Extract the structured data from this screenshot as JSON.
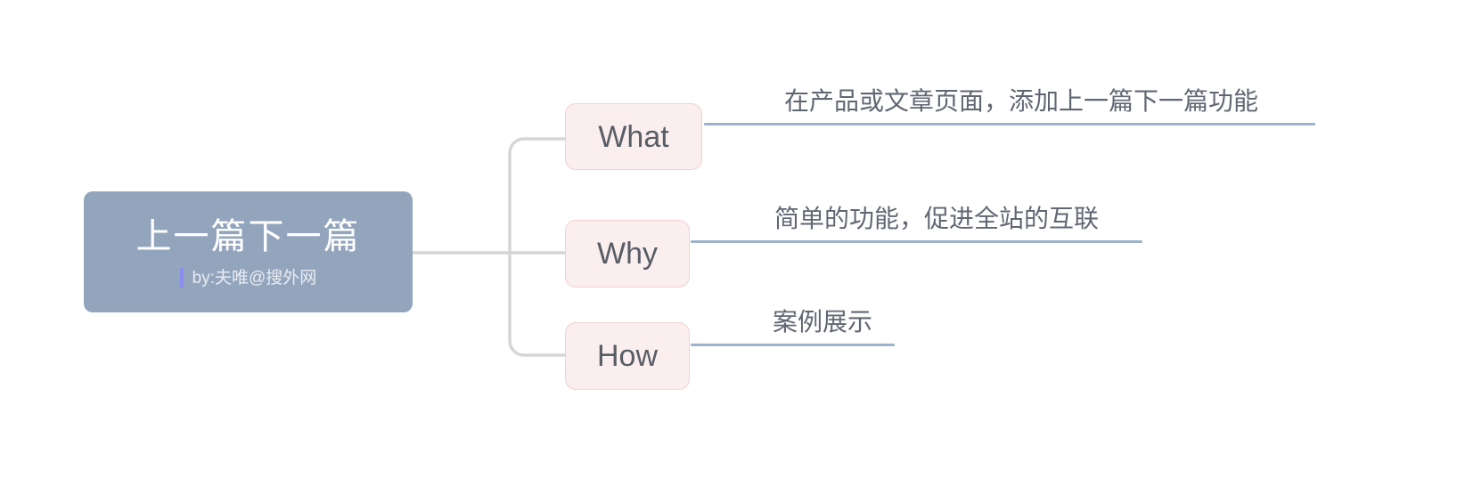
{
  "mindmap": {
    "root": {
      "title": "上一篇下一篇",
      "subtitle": "by:夫唯@搜外网",
      "color": "#93a5bd",
      "accent_color": "#8b8cf0"
    },
    "branches": [
      {
        "label": "What",
        "description": "在产品或文章页面，添加上一篇下一篇功能",
        "node_color": "#fbeeee",
        "node_border_color": "#f2d2d4",
        "underline_color": "#9db3cc"
      },
      {
        "label": "Why",
        "description": "简单的功能，促进全站的互联",
        "node_color": "#fbeeee",
        "node_border_color": "#f2d2d4",
        "underline_color": "#9db3cc"
      },
      {
        "label": "How",
        "description": "案例展示",
        "node_color": "#fbeeee",
        "node_border_color": "#f2d2d4",
        "underline_color": "#9db3cc"
      }
    ],
    "connector_color": "#d6d6d6"
  }
}
